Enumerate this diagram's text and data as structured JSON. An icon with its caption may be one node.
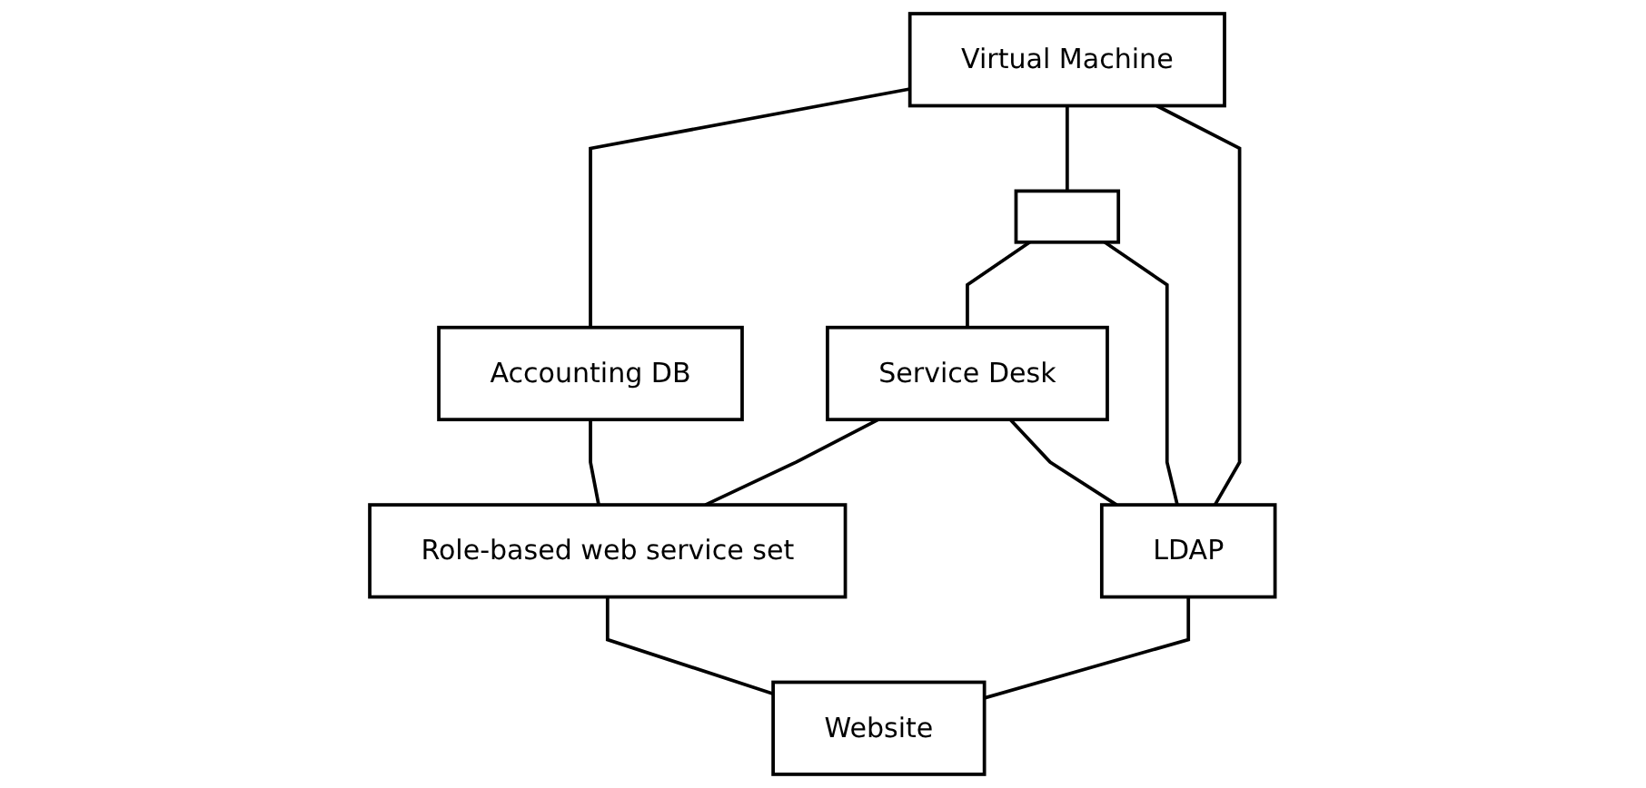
{
  "diagram": {
    "nodes": [
      {
        "text": [
          "Virtual Machine"
        ]
      },
      {
        "text": [
          "Accounting DB"
        ]
      },
      {
        "text": [],
        "shape": "box"
      },
      {
        "text": [
          "Service Desk"
        ]
      },
      {
        "text": [
          "Role-based web service set"
        ]
      },
      {
        "text": [
          "LDAP"
        ]
      },
      {
        "text": [
          "Website"
        ]
      }
    ],
    "edges": [
      {
        "from": 0,
        "to": 1,
        "arrow": "none"
      },
      {
        "from": 1,
        "to": 4,
        "arrow": "none"
      },
      {
        "from": 0,
        "to": 2,
        "arrow": "none"
      },
      {
        "from": 2,
        "to": 3,
        "arrow": "none"
      },
      {
        "from": 3,
        "to": 4,
        "arrow": "none"
      },
      {
        "from": 3,
        "to": 5,
        "arrow": "none"
      },
      {
        "from": 2,
        "to": 5,
        "arrow": "none"
      },
      {
        "from": 5,
        "to": 6,
        "arrow": "none"
      },
      {
        "from": 4,
        "to": 6,
        "arrow": "none"
      },
      {
        "from": 0,
        "to": 5,
        "arrow": "none"
      }
    ]
  }
}
